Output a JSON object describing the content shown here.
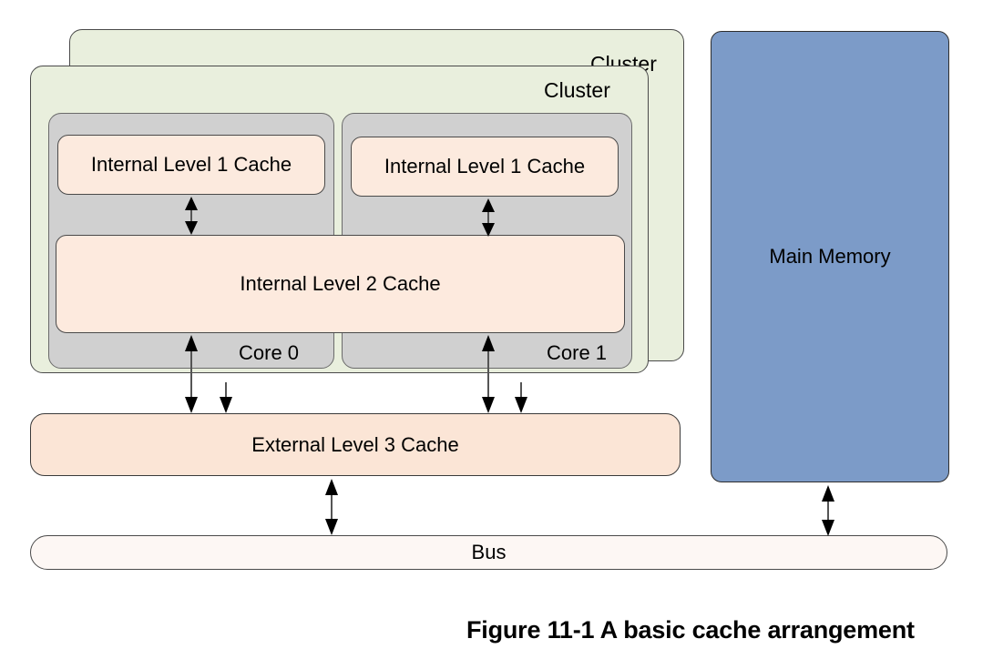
{
  "figure": {
    "caption": "Figure 11-1 A basic cache arrangement",
    "background_color": "#ffffff"
  },
  "colors": {
    "cluster_fill": "#e9efdd",
    "core_fill": "#d0d0d0",
    "cache_fill": "#fceade",
    "l3_fill": "#fbe5d6",
    "bus_fill": "#fdf7f4",
    "memory_fill": "#7c9bc8",
    "stroke": "#3a3a3a",
    "text": "#000000"
  },
  "clusters": [
    {
      "label": "Cluster",
      "role": "back-cluster"
    },
    {
      "label": "Cluster",
      "role": "front-cluster"
    }
  ],
  "cores": [
    {
      "label": "Core 0",
      "l1_label": "Internal Level 1 Cache"
    },
    {
      "label": "Core 1",
      "l1_label": "Internal Level 1 Cache"
    }
  ],
  "shared_cache": {
    "l2_label": "Internal Level 2 Cache"
  },
  "external": {
    "l3_label": "External Level 3 Cache",
    "bus_label": "Bus",
    "memory_label": "Main Memory"
  },
  "connections": [
    {
      "name": "core0-l1-to-l2",
      "style": "double-arrow"
    },
    {
      "name": "core1-l1-to-l2",
      "style": "double-arrow"
    },
    {
      "name": "core0-l2-to-l3-up",
      "style": "double-arrow"
    },
    {
      "name": "core0-l2-to-l3-down",
      "style": "single-arrow-down"
    },
    {
      "name": "core1-l2-to-l3-up",
      "style": "double-arrow"
    },
    {
      "name": "core1-l2-to-l3-down",
      "style": "single-arrow-down"
    },
    {
      "name": "l3-to-bus",
      "style": "double-arrow"
    },
    {
      "name": "memory-to-bus",
      "style": "double-arrow"
    }
  ]
}
